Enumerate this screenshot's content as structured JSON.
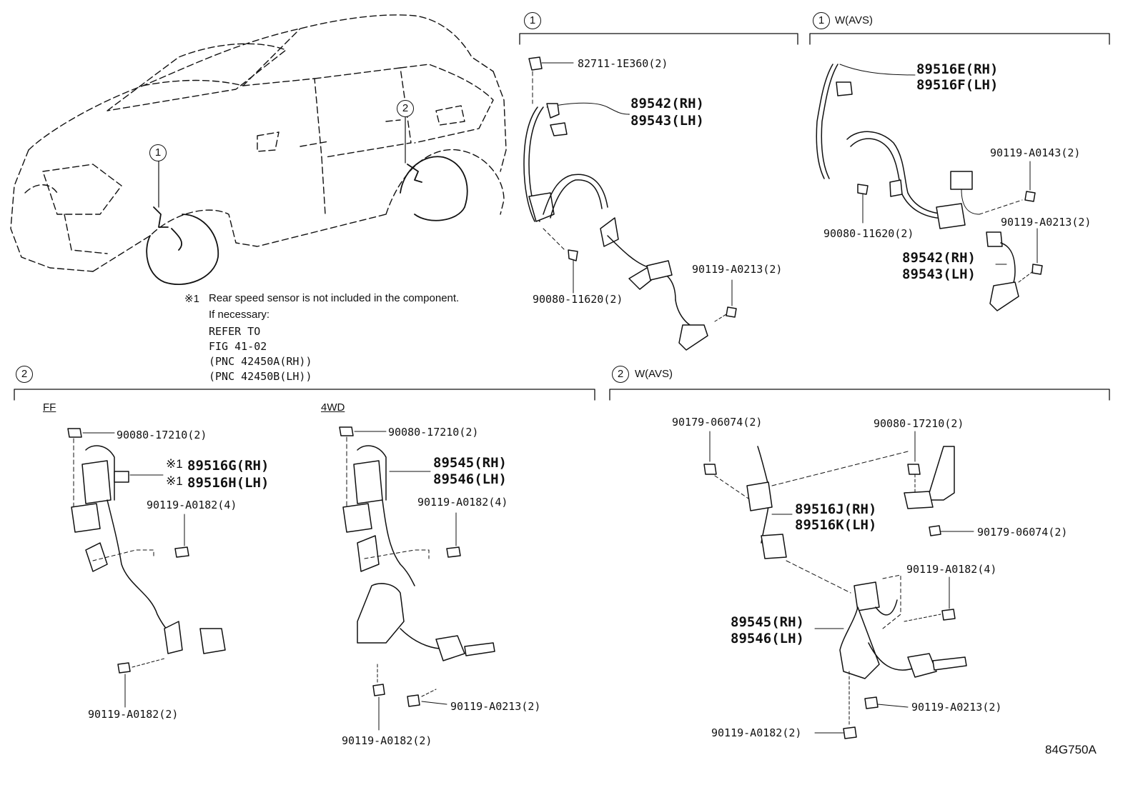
{
  "callouts": {
    "one": "1",
    "two": "2"
  },
  "sections": {
    "front": {
      "label": ""
    },
    "front_avs": {
      "label": "W(AVS)"
    },
    "rear": {
      "label": ""
    },
    "rear_avs": {
      "label": "W(AVS)"
    }
  },
  "note": {
    "marker": "※1",
    "line1": "Rear speed sensor is not included in the component.",
    "line2": "If necessary:",
    "line3": "REFER TO",
    "line4": "FIG 41-02",
    "line5": "(PNC 42450A(RH))",
    "line6": "(PNC 42450B(LH))"
  },
  "subsections": {
    "ff": "FF",
    "fourwd": "4WD"
  },
  "parts": {
    "front": {
      "clip": "82711-1E360(2)",
      "sensor_rh": "89542(RH)",
      "sensor_lh": "89543(LH)",
      "screw": "90080-11620(2)",
      "bolt": "90119-A0213(2)"
    },
    "front_avs": {
      "harness_rh": "89516E(RH)",
      "harness_lh": "89516F(LH)",
      "bolt_a": "90119-A0143(2)",
      "bolt_b": "90119-A0213(2)",
      "screw": "90080-11620(2)",
      "sensor_rh": "89542(RH)",
      "sensor_lh": "89543(LH)"
    },
    "rear_ff": {
      "nut": "90080-17210(2)",
      "mark1": "※1",
      "mark2": "※1",
      "harness_rh": "89516G(RH)",
      "harness_lh": "89516H(LH)",
      "bolt_a": "90119-A0182(4)",
      "bolt_b": "90119-A0182(2)"
    },
    "rear_4wd": {
      "nut": "90080-17210(2)",
      "sensor_rh": "89545(RH)",
      "sensor_lh": "89546(LH)",
      "bolt_a": "90119-A0182(4)",
      "bolt_b": "90119-A0213(2)",
      "bolt_c": "90119-A0182(2)"
    },
    "rear_avs": {
      "clip_a": "90179-06074(2)",
      "nut": "90080-17210(2)",
      "harness_rh": "89516J(RH)",
      "harness_lh": "89516K(LH)",
      "clip_b": "90179-06074(2)",
      "bolt_a": "90119-A0182(4)",
      "sensor_rh": "89545(RH)",
      "sensor_lh": "89546(LH)",
      "bolt_b": "90119-A0213(2)",
      "bolt_c": "90119-A0182(2)"
    }
  },
  "figure_id": "84G750A"
}
